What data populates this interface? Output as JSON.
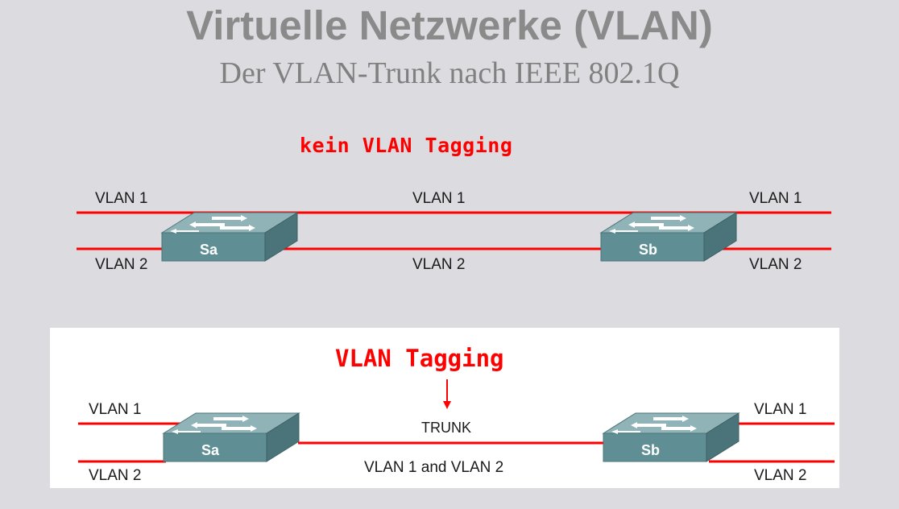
{
  "header": {
    "title": "Virtuelle Netzwerke (VLAN)",
    "subtitle": "Der VLAN-Trunk nach IEEE 802.1Q"
  },
  "colors": {
    "background": "#dcdce0",
    "title": "#8a8a8a",
    "link": "#ff0000",
    "switch_top": "#8fb3b6",
    "switch_front": "#5f8f94",
    "panel": "#ffffff"
  },
  "diagram_untagged": {
    "heading": "kein VLAN Tagging",
    "left_vlan1": "VLAN 1",
    "left_vlan2": "VLAN 2",
    "middle_vlan1": "VLAN 1",
    "middle_vlan2": "VLAN 2",
    "right_vlan1": "VLAN 1",
    "right_vlan2": "VLAN 2",
    "switch_a": "Sa",
    "switch_b": "Sb"
  },
  "diagram_tagged": {
    "heading": "VLAN Tagging",
    "trunk_label": "TRUNK",
    "trunk_vlans": "VLAN 1 and VLAN 2",
    "left_vlan1": "VLAN 1",
    "left_vlan2": "VLAN 2",
    "right_vlan1": "VLAN 1",
    "right_vlan2": "VLAN 2",
    "switch_a": "Sa",
    "switch_b": "Sb"
  }
}
